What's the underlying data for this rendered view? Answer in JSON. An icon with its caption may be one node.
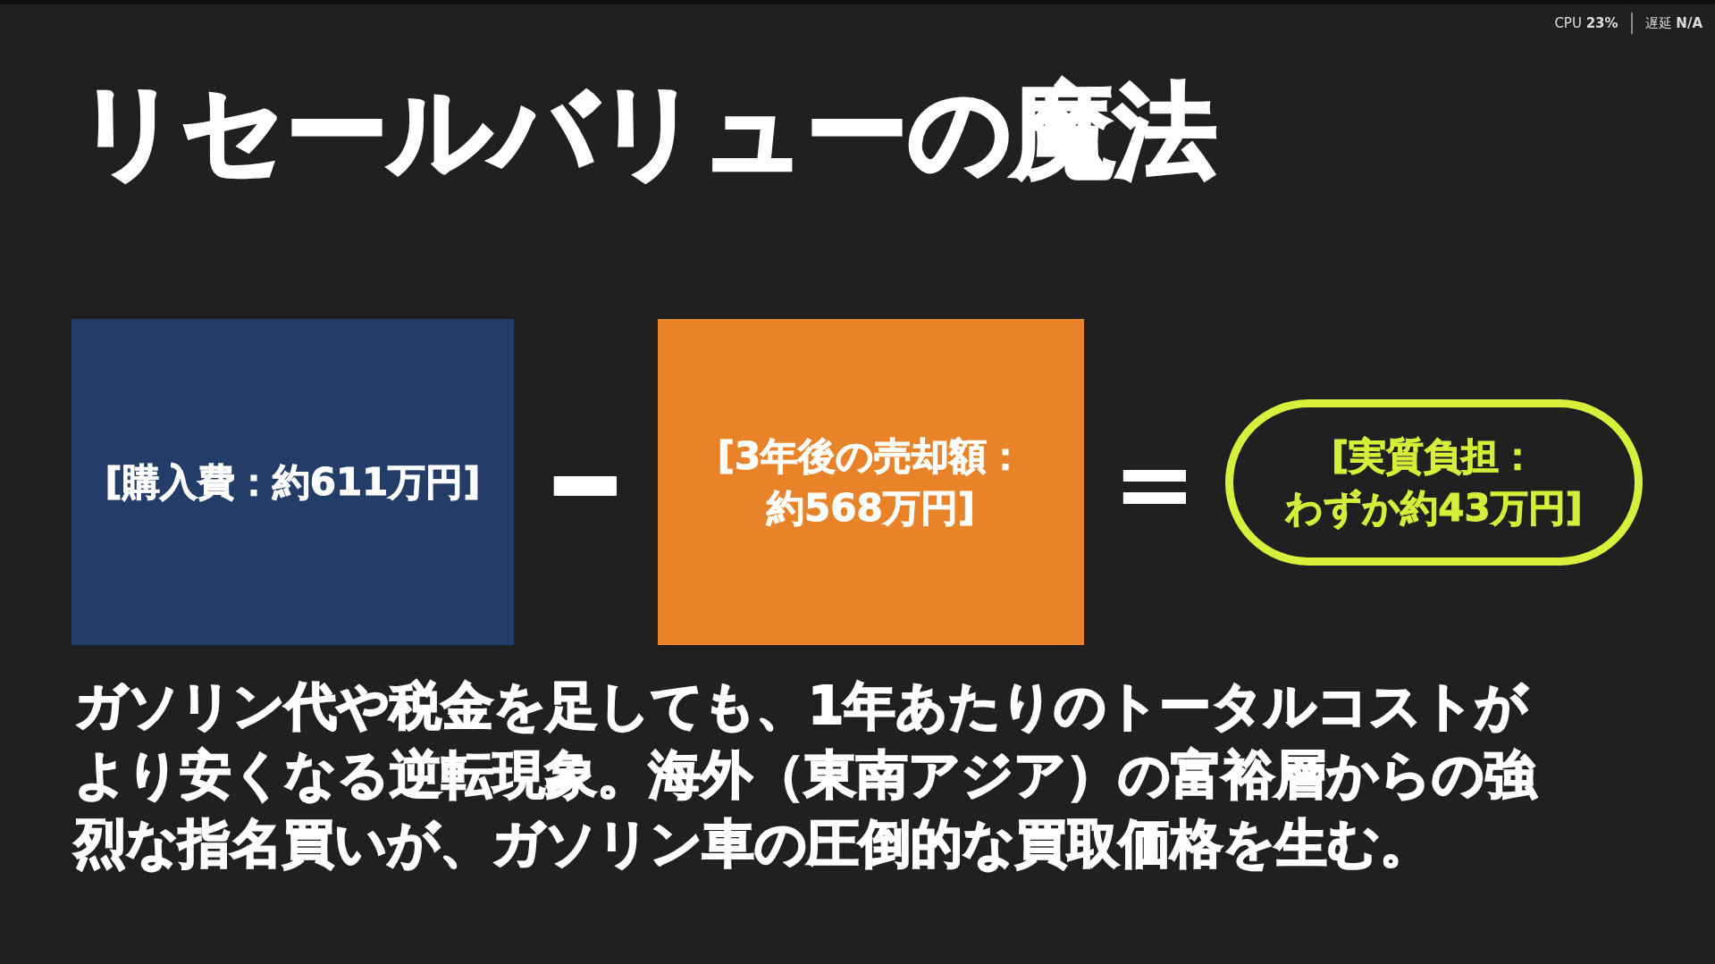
{
  "diagram": {
    "title": "リセールバリューの魔法",
    "nodes": [
      {
        "text": [
          "[購入費：約611万円]"
        ]
      },
      {
        "text": [
          "[3年後の売却額：約568万円]"
        ]
      },
      {
        "text": [
          "[実質負担：わずか約43万円]"
        ]
      }
    ],
    "labels": [
      "CPU **23%**",
      "遅延 **N/A**",
      "−",
      "=",
      "ガソリン代や税金を足しても、1年あたりのトータルコストがより安くなる逆転現象。海外（東南アジア）の富裕層からの強烈な指名買いが、ガソリン車の圧倒的な買取価格を生む。"
    ]
  }
}
